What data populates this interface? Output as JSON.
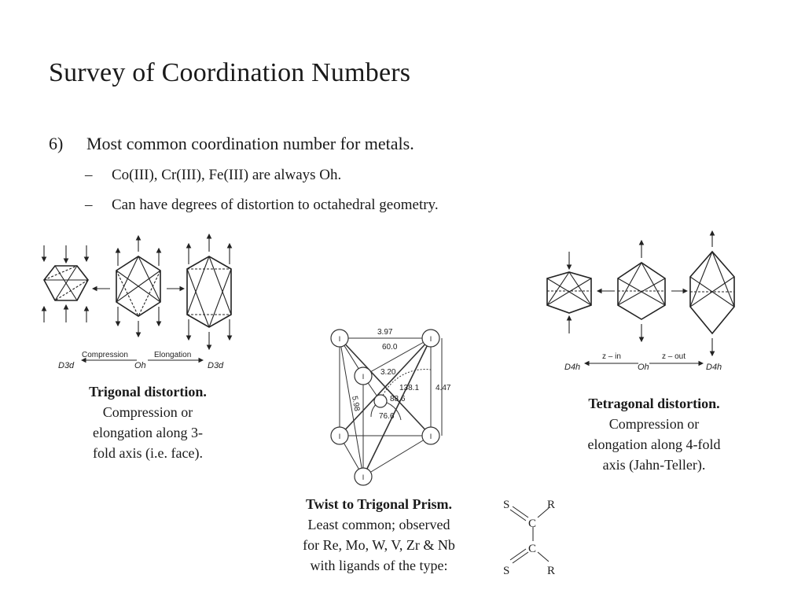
{
  "slide": {
    "title": "Survey of Coordination Numbers",
    "point": {
      "number": "6)",
      "text": "Most common coordination number for metals.",
      "dash": "–",
      "subpoints": [
        "Co(III), Cr(III), Fe(III) are always Oh.",
        "Can have degrees of distortion to octahedral geometry."
      ]
    }
  },
  "trigonal": {
    "labels": {
      "compression": "Compression",
      "elongation": "Elongation",
      "left": "D3d",
      "center": "Oh",
      "right": "D3d"
    },
    "caption_title": "Trigonal distortion.",
    "caption_lines": [
      "Compression or",
      "elongation along 3-",
      "fold axis (i.e. face)."
    ]
  },
  "prism": {
    "atom_label": "I",
    "dims": {
      "top": "3.97",
      "angle_top": "60.0",
      "inner": "3.20",
      "right": "4.47",
      "diag": "5.98",
      "angle_a": "138.1",
      "angle_b": "88.6",
      "angle_c": "76.6"
    },
    "caption_title": "Twist to Trigonal Prism.",
    "caption_lines": [
      "Least common; observed",
      "for Re, Mo, W, V, Zr & Nb",
      "with ligands of the type:"
    ]
  },
  "ligand": {
    "s_top": "S",
    "r_top": "R",
    "c_top": "C",
    "c_bottom": "C",
    "s_bottom": "S",
    "r_bottom": "R"
  },
  "tetragonal": {
    "labels": {
      "zin": "z – in",
      "zout": "z – out",
      "left": "D4h",
      "center": "Oh",
      "right": "D4h"
    },
    "caption_title": "Tetragonal distortion.",
    "caption_lines": [
      "Compression or",
      "elongation along 4-fold",
      "axis (Jahn-Teller)."
    ]
  }
}
